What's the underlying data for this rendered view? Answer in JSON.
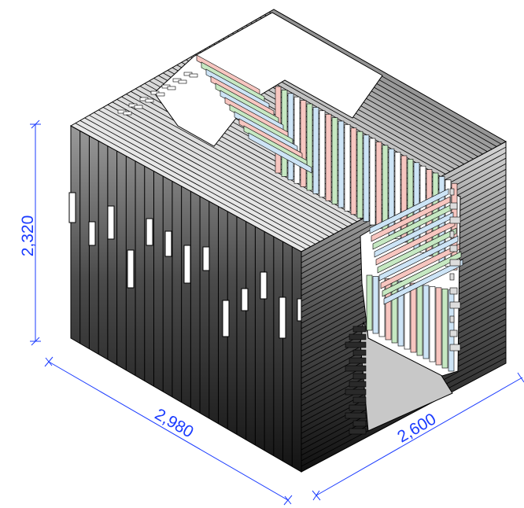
{
  "dimensions": {
    "height_label": "2,320",
    "width_label": "2,980",
    "depth_label": "2,600"
  },
  "colors": {
    "dimension": "#1a3bff",
    "background": "#ffffff",
    "slat_dark": "#1e1e1e",
    "slat_light": "#f4f4f4",
    "opening_floor": "#c8c8c8",
    "slat_pink": "#f7c6c0",
    "slat_green": "#c6e8c2",
    "slat_blue": "#cde4f6",
    "stroke": "#000000"
  }
}
